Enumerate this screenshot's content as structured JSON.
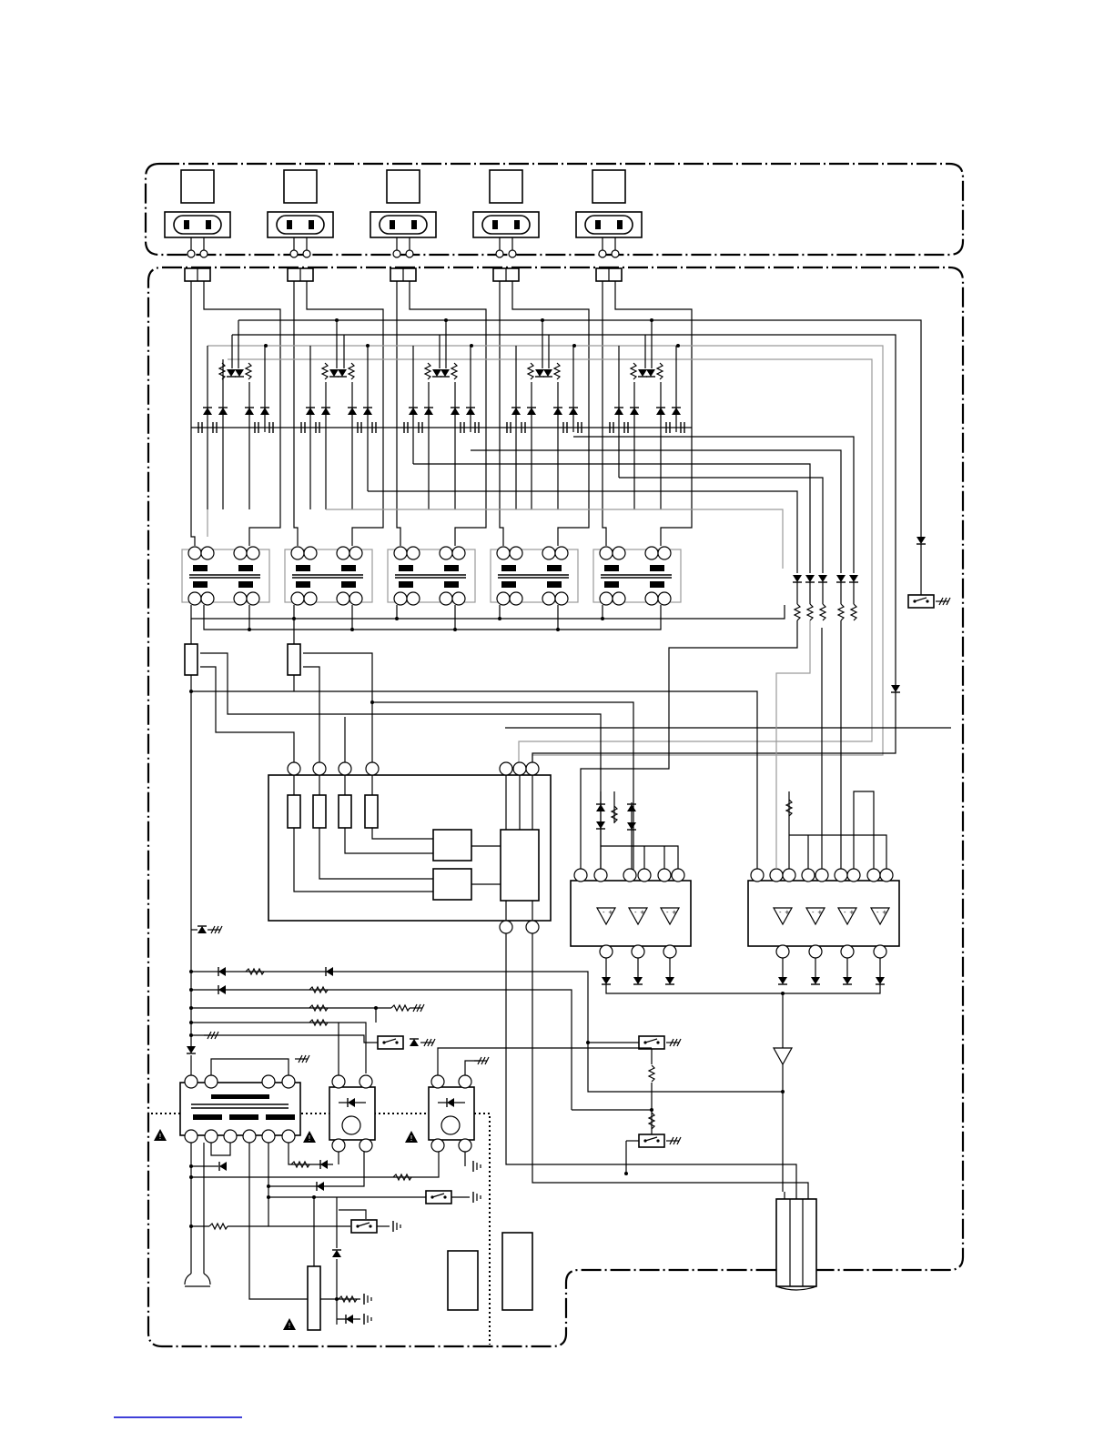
{
  "diagram": {
    "description_visible_text": [],
    "socket_count": 5,
    "transformer_count": 5,
    "opamp_bank_count": 2,
    "colors": {
      "line": "#000000",
      "secondary_line": "#9a9a9a",
      "background": "#ffffff",
      "footer_link": "#0000cc"
    }
  }
}
